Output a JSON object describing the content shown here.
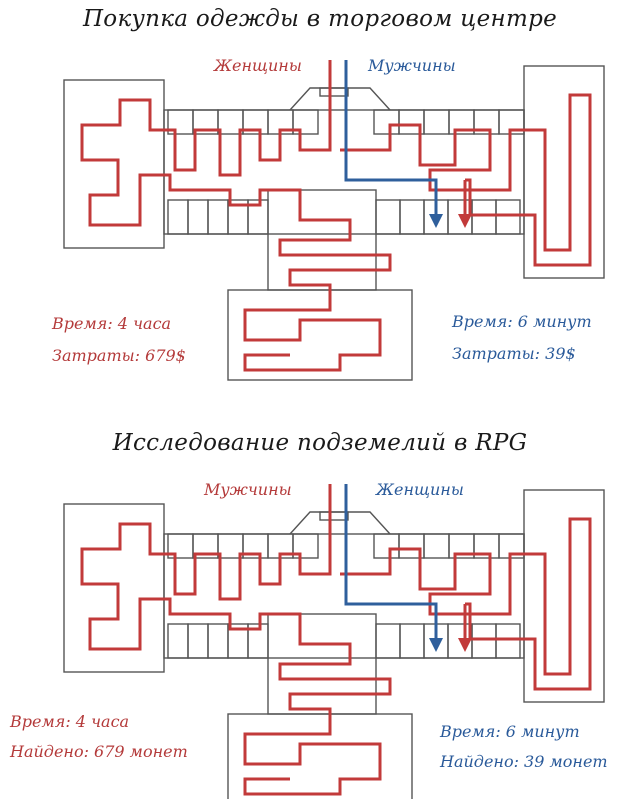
{
  "colors": {
    "red": "#c23a3a",
    "blue": "#2f5f9c",
    "wall": "#555555"
  },
  "panels": [
    {
      "title": "Покупка одежды в торговом центре",
      "left_label": "Женщины",
      "right_label": "Мужчины",
      "left_stat_1": "Время: 4 часа",
      "left_stat_2": "Затраты: 679$",
      "right_stat_1": "Время: 6 минут",
      "right_stat_2": "Затраты: 39$"
    },
    {
      "title": "Исследование подземелий в RPG",
      "left_label": "Мужчины",
      "right_label": "Женщины",
      "left_stat_1": "Время: 4 часа",
      "left_stat_2": "Найдено: 679 монет",
      "right_stat_1": "Время: 6 минут",
      "right_stat_2": "Найдено: 39 монет"
    }
  ]
}
